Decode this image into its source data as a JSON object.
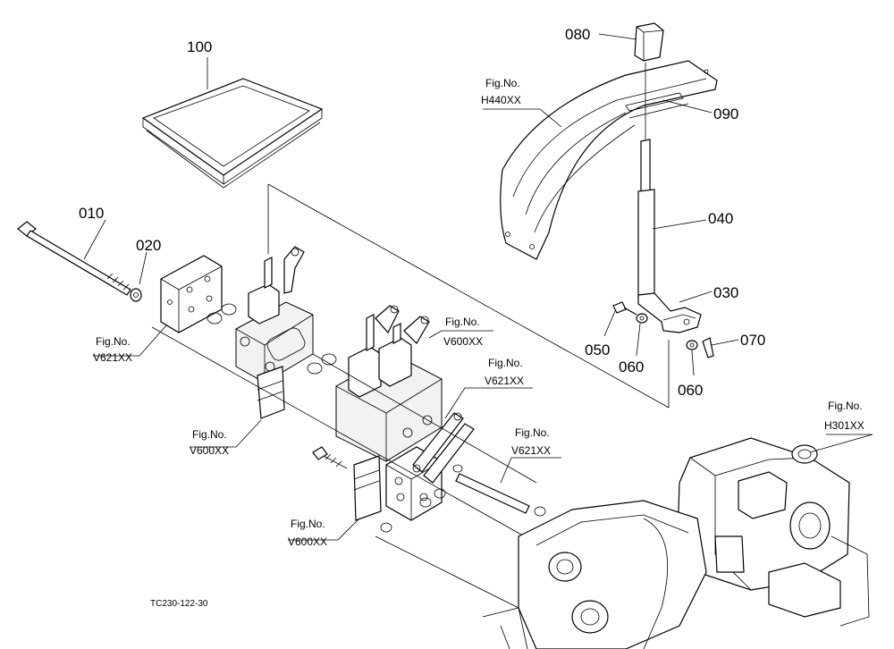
{
  "part_numbers": {
    "p100": "100",
    "p080": "080",
    "p090": "090",
    "p040": "040",
    "p010": "010",
    "p020": "020",
    "p030": "030",
    "p050": "050",
    "p060a": "060",
    "p060b": "060",
    "p070": "070"
  },
  "fig_refs": {
    "h440": {
      "label": "Fig.No.",
      "code": "H440XX"
    },
    "v621_left": {
      "label": "Fig.No.",
      "code": "V621XX"
    },
    "v600_top": {
      "label": "Fig.No.",
      "code": "V600XX"
    },
    "v621_mid": {
      "label": "Fig.No.",
      "code": "V621XX"
    },
    "v600_left": {
      "label": "Fig.No.",
      "code": "V600XX"
    },
    "v621_low": {
      "label": "Fig.No.",
      "code": "V621XX"
    },
    "v600_low": {
      "label": "Fig.No.",
      "code": "V600XX"
    },
    "h301": {
      "label": "Fig.No.",
      "code": "H301XX"
    }
  },
  "drawing_code": "TC230-122-30"
}
